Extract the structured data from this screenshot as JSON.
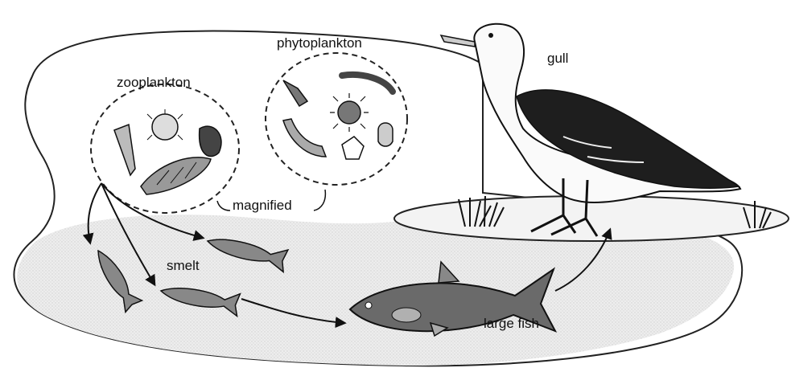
{
  "labels": {
    "phytoplankton": "phytoplankton",
    "zooplankton": "zooplankton",
    "gull": "gull",
    "magnified": "magnified",
    "smelt": "smelt",
    "large_fish": "large fish"
  },
  "colors": {
    "ink": "#111111",
    "water_fill": "#e6e6e6",
    "gull_wing": "#1e1e1e",
    "fish_body": "#6a6a6a"
  },
  "icons": [
    "zooplankton-cluster-icon",
    "phytoplankton-cluster-icon",
    "gull-icon",
    "smelt-icon",
    "large-fish-icon",
    "grass-tuft-icon"
  ]
}
